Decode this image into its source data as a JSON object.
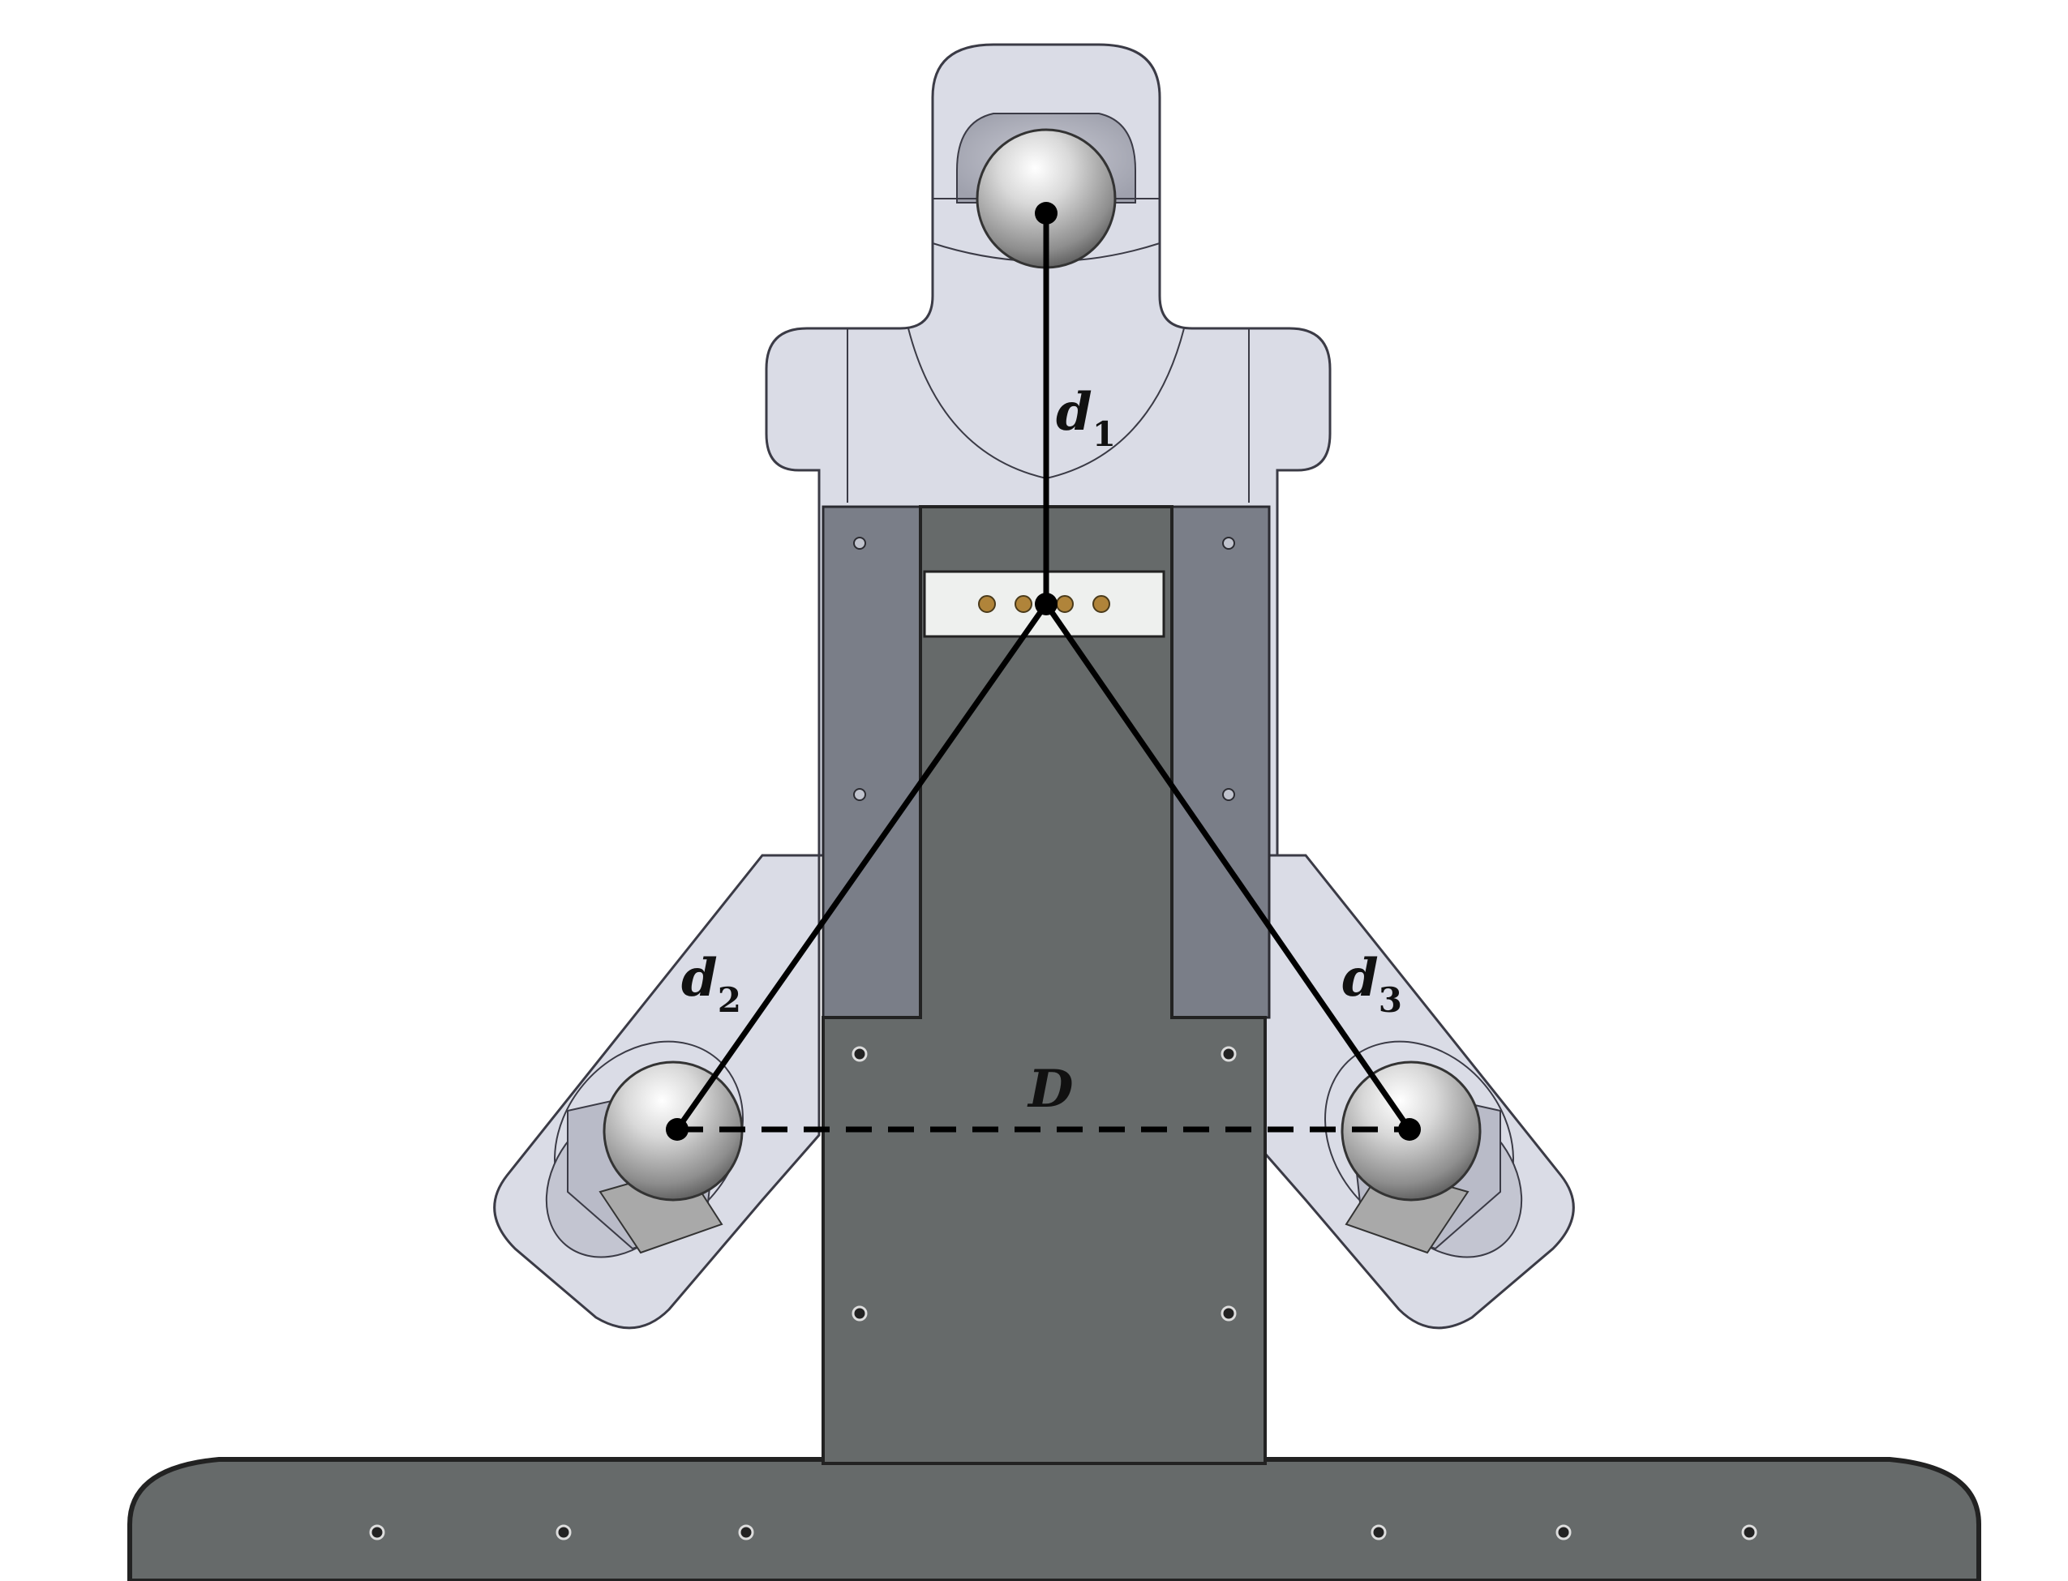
{
  "labels": {
    "d1": {
      "main": "d",
      "sub": "1"
    },
    "d2": {
      "main": "d",
      "sub": "2"
    },
    "d3": {
      "main": "d",
      "sub": "3"
    },
    "D": "D"
  },
  "colors": {
    "translucent_body": "#d4d6e2",
    "translucent_stroke": "#3b3b46",
    "dark_plate": "#666a6a",
    "side_rail": "#7a7e88",
    "measurement_line": "#000000",
    "ball": "#c9c9c9",
    "connector_pin": "#b0843a"
  },
  "parts": [
    "top-ball-mount",
    "left-ball-mount",
    "right-ball-mount",
    "center-plate",
    "base-plate",
    "sensor-board",
    "top-sphere",
    "left-sphere",
    "right-sphere"
  ]
}
